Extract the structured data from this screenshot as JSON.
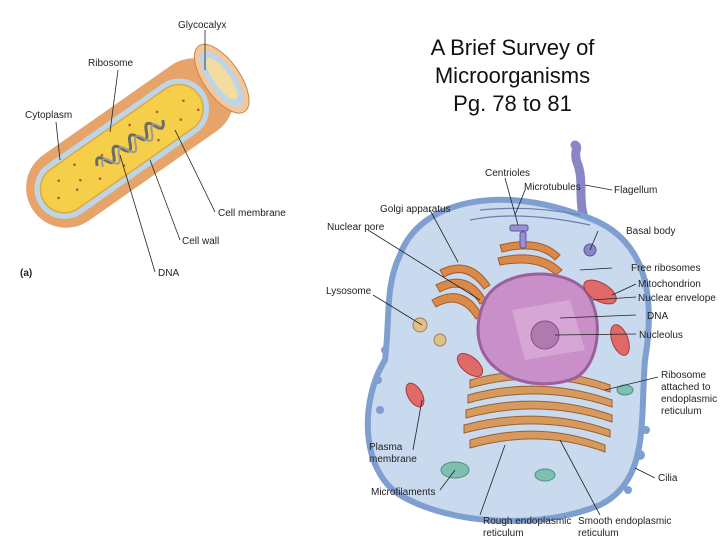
{
  "slide": {
    "title_lines": [
      "A Brief Survey of",
      "Microorganisms",
      "Pg. 78 to 81"
    ]
  },
  "prokaryote": {
    "panel_label": "(a)",
    "labels": {
      "glycocalyx": "Glycocalyx",
      "ribosome": "Ribosome",
      "cytoplasm": "Cytoplasm",
      "cell_membrane": "Cell membrane",
      "cell_wall": "Cell wall",
      "dna": "DNA"
    },
    "colors": {
      "capsule": "#e7a46a",
      "wall": "#a8c8e0",
      "cytoplasm": "#f6cf4a"
    }
  },
  "eukaryote": {
    "labels": {
      "centrioles": "Centrioles",
      "microtubules": "Microtubules",
      "flagellum": "Flagellum",
      "golgi": "Golgi apparatus",
      "basal_body": "Basal body",
      "nuclear_pore": "Nuclear pore",
      "free_ribosomes": "Free ribosomes",
      "mitochondrion": "Mitochondrion",
      "nuclear_envelope": "Nuclear envelope",
      "lysosome": "Lysosome",
      "dna": "DNA",
      "nucleolus": "Nucleolus",
      "ribosome_er": [
        "Ribosome",
        "attached to",
        "endoplasmic",
        "reticulum"
      ],
      "plasma_membrane": [
        "Plasma",
        "membrane"
      ],
      "cilia": "Cilia",
      "microfilaments": "Microfilaments",
      "rough_er": [
        "Rough endoplasmic",
        "reticulum"
      ],
      "smooth_er": [
        "Smooth endoplasmic",
        "reticulum"
      ]
    },
    "colors": {
      "membrane": "#7f9fd0",
      "cytoplasm": "#c9d9ee",
      "nucleus": "#c98fc8",
      "golgi": "#d98a4a",
      "mitochondria": "#e06a6a",
      "er": "#c58a50"
    }
  }
}
